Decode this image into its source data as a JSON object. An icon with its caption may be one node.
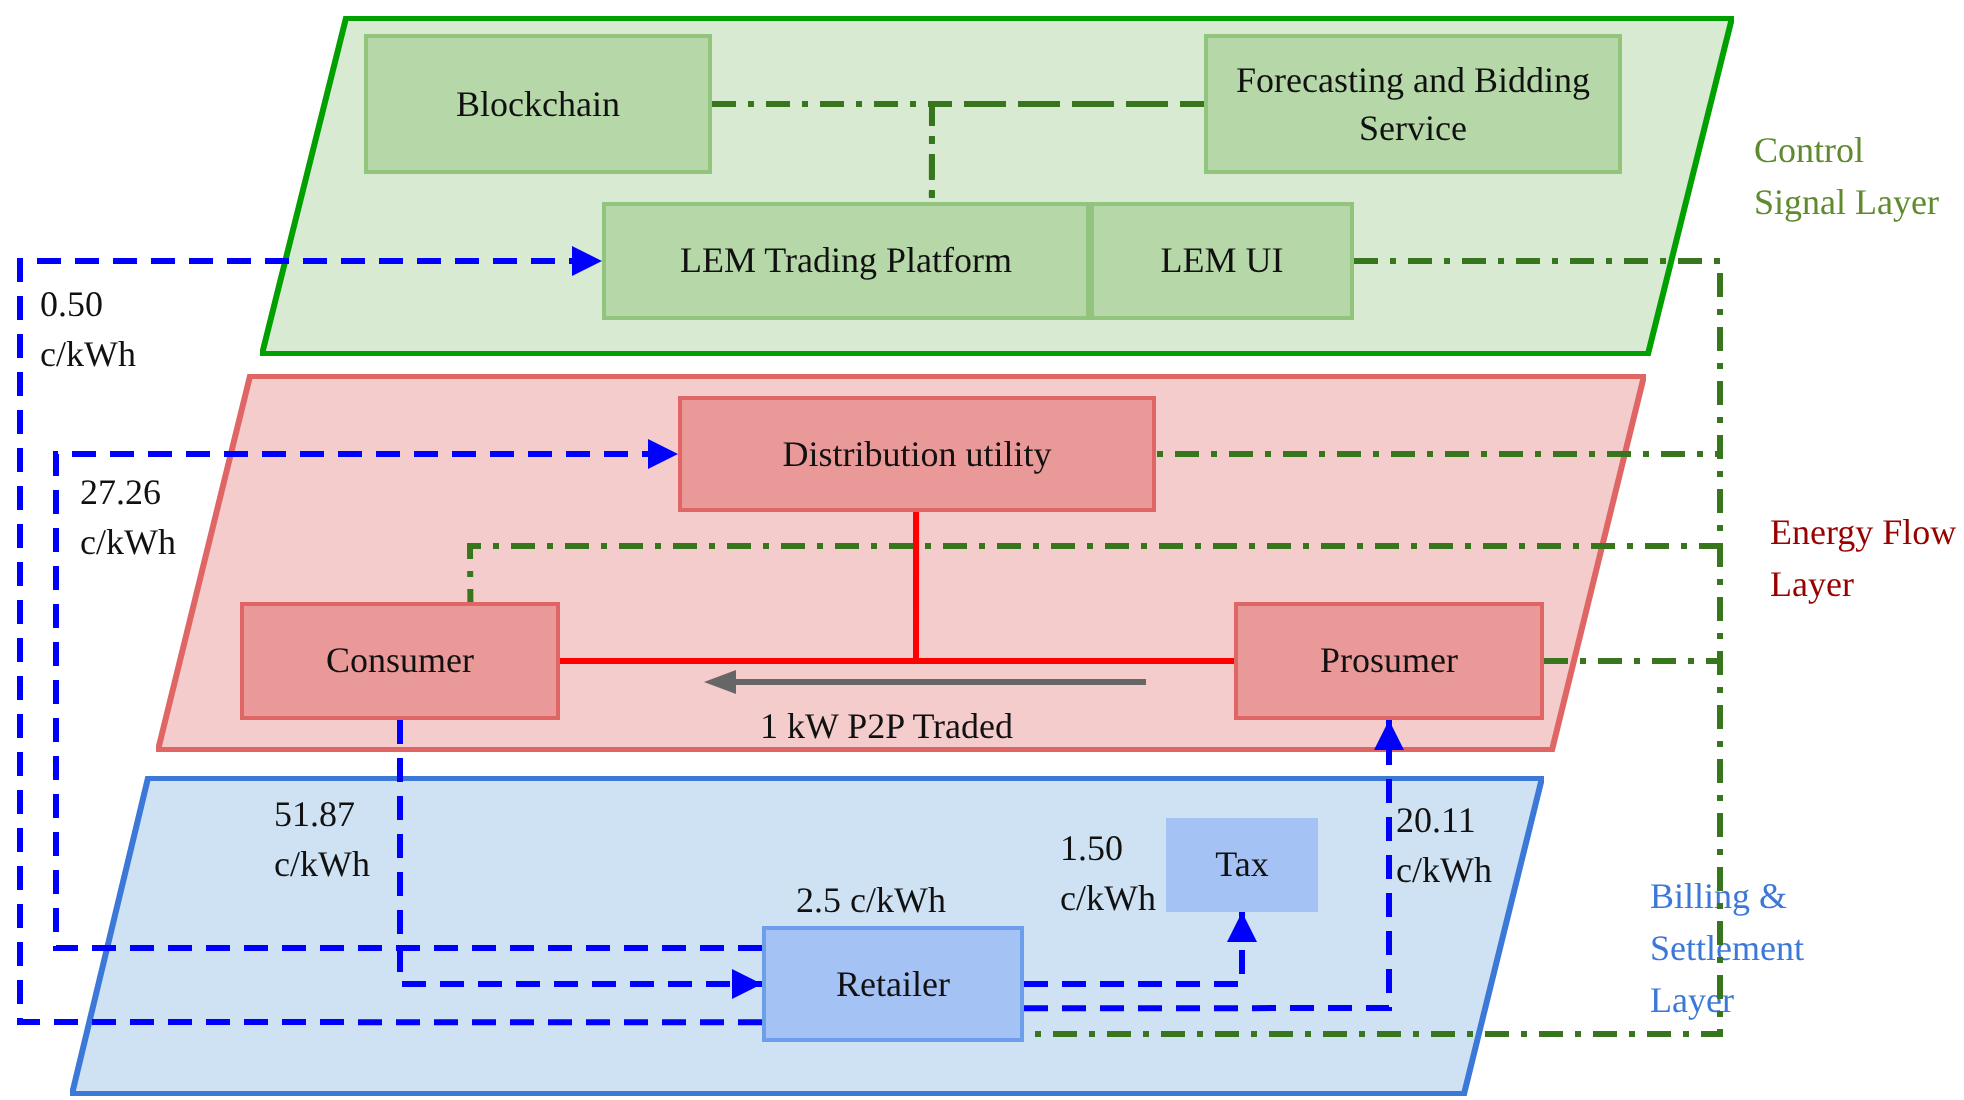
{
  "diagram": {
    "nodes": [
      {
        "text": [
          "Control Signal Layer"
        ]
      },
      {
        "text": [
          "Blockchain"
        ],
        "in": 0
      },
      {
        "text": [
          "Forecasting and Bidding Service"
        ],
        "in": 0
      },
      {
        "text": [
          "LEM Trading Platform"
        ],
        "in": 0
      },
      {
        "text": [
          "LEM UI"
        ],
        "in": 0
      },
      {
        "text": [
          "Energy Flow Layer"
        ]
      },
      {
        "text": [
          "Distribution utility"
        ],
        "in": 5
      },
      {
        "text": [
          "Consumer"
        ],
        "in": 5
      },
      {
        "text": [
          "Prosumer"
        ],
        "in": 5
      },
      {
        "text": [
          "Billing & Settlement Layer"
        ]
      },
      {
        "text": [
          "Tax"
        ],
        "in": 9
      },
      {
        "text": [
          "Retailer"
        ],
        "in": 9,
        "beside": [
          "2.5 c/kWh"
        ]
      }
    ],
    "edges": [
      {
        "from": 1,
        "to": 2,
        "arrow": "none",
        "style": "dashed"
      },
      {
        "from": 1,
        "to": 3,
        "arrow": "none",
        "style": "dashed"
      },
      {
        "from": 2,
        "to": 3,
        "arrow": "none",
        "style": "dashed"
      },
      {
        "from": 4,
        "to": 6,
        "arrow": "none",
        "style": "dashed"
      },
      {
        "from": 4,
        "to": 7,
        "arrow": "none",
        "style": "dashed"
      },
      {
        "from": 4,
        "to": 8,
        "arrow": "none",
        "style": "dashed"
      },
      {
        "from": 4,
        "to": 11,
        "arrow": "none",
        "style": "dashed"
      },
      {
        "from": 7,
        "to": 8,
        "arrow": "none",
        "color": "#ff0000"
      },
      {
        "from": 6,
        "to": 7,
        "arrow": "none",
        "color": "#ff0000"
      },
      {
        "from": 6,
        "to": 8,
        "arrow": "none",
        "color": "#ff0000"
      },
      {
        "from": 11,
        "to": 3,
        "arrow": "to",
        "style": "dashed",
        "color": "#0000ff",
        "label": "0.50 c/kWh"
      },
      {
        "from": 11,
        "to": 6,
        "arrow": "to",
        "style": "dashed",
        "color": "#0000ff",
        "label": "27.26 c/kWh"
      },
      {
        "from": 7,
        "to": 11,
        "arrow": "to",
        "style": "dashed",
        "color": "#0000ff",
        "label": "51.87 c/kWh"
      },
      {
        "from": 11,
        "to": 10,
        "arrow": "to",
        "style": "dashed",
        "color": "#0000ff",
        "label": "1.50 c/kWh"
      },
      {
        "from": 11,
        "to": 8,
        "arrow": "to",
        "style": "dashed",
        "color": "#0000ff",
        "label": "20.11 c/kWh"
      }
    ],
    "labels": [
      "1 kW P2P Traded"
    ]
  }
}
